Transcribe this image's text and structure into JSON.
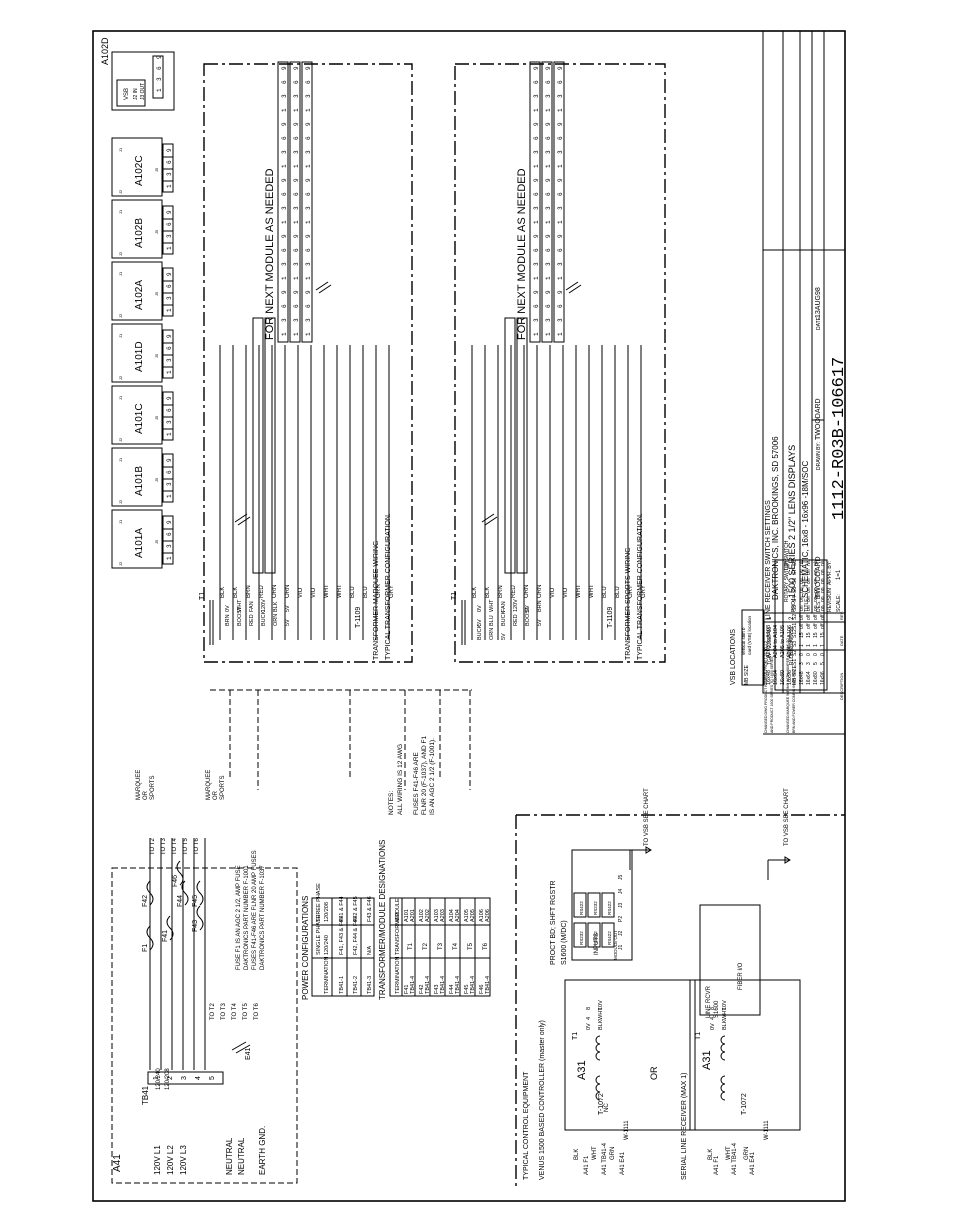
{
  "title_block": {
    "company": "DAKTRONICS, INC.   BROOKINGS, SD 57006",
    "proj_label": "PROJ:",
    "proj": "1500 SERIES 2 1/2\" LENS DISPLAYS",
    "title_label": "TITLE:",
    "title": "SCHEMATIC, 16x8 - 16x96 -18M/SOC",
    "des_label": "DES. BY:",
    "des": "TWOODARD",
    "drawn_label": "DRAWN BY:",
    "drawn": "TWOODARD",
    "date_label": "DATE:",
    "date": "13AUG98",
    "revision_label": "REVISION",
    "appr_label": "APPR. BY:",
    "scale_label": "SCALE:",
    "scale": "1=1",
    "drawing_number": "1112-R03B-106617"
  },
  "revisions": {
    "headers": [
      "REV.",
      "DATE",
      "DESCRIPTION",
      "BY",
      "APPR."
    ],
    "rows": [
      [
        "2",
        "20APR99",
        "CHANGED MARQUEE WIRING WITH JUMPER ON BLK TO BRN AND POWER CONFIG IN ON RED.",
        "RLDNG",
        ""
      ],
      [
        "1",
        "22SEP98",
        "CHANGED DWG PRODUCT NUMBER FROM 1.16 TO 1.2 AND PRODUCT 1600 SERIES TO 1600 SERIES",
        "TGW",
        ""
      ]
    ]
  },
  "modules_top": [
    "A101A",
    "A101B",
    "A101C",
    "A101D",
    "A102A",
    "A102B",
    "A102C",
    "A102D"
  ],
  "module_pins": [
    "1",
    "3",
    "6",
    "9"
  ],
  "module_tags": {
    "j1": "J1",
    "j2": "J2",
    "j5": "J5"
  },
  "vsb_box": {
    "label": "VSB",
    "in": "J2 IN",
    "out": "J3 OUT"
  },
  "next_module_text": "FOR NEXT MODULE AS NEEDED",
  "wire_colors": [
    "BLK",
    "BLK",
    "BRN",
    "RED",
    "ORN",
    "ORN",
    "VIO",
    "VIO",
    "WHT",
    "WHT",
    "BLU",
    "BLU",
    "GRY",
    "GRY"
  ],
  "transformer_top": {
    "name": "T-1109",
    "t_label": "T1",
    "taps": [
      "0V",
      "WHT",
      "FAN",
      "120V",
      "BLK",
      "5V",
      "BRN",
      "BOOST",
      "RED",
      "BUCK",
      "ORN",
      "5V"
    ],
    "caption1": "TRANSFORMER MARQUEE WIRING",
    "caption2": "TYPICAL TRANSFORMER CONFIGURATION."
  },
  "transformer_bottom": {
    "name": "T-1109",
    "t_label": "T1",
    "taps": [
      "0V",
      "WHT",
      "FAN",
      "120V",
      "5V",
      "BRN",
      "5V",
      "BLU",
      "BUCK",
      "RED",
      "BOOST",
      "5V",
      "BUCK",
      "ORN",
      "5V"
    ],
    "caption1": "TRANSFORMER SPORTS WIRING",
    "caption2": "TYPICAL TRANSFORMER CONFIGURATION."
  },
  "marquee_labels": [
    "MARQUEE",
    "OR",
    "SPORTS"
  ],
  "a41": {
    "label": "A41",
    "tb": "TB41",
    "lines": [
      "120V  L1",
      "120V  L2",
      "120V  L3"
    ],
    "term_nums": [
      "1",
      "2",
      "3",
      "4",
      "5"
    ],
    "mode": "120/240\n120/208",
    "neutral": [
      "NEUTRAL",
      "NEUTRAL"
    ],
    "earth": "EARTH GND.",
    "e41": "E41",
    "fuses": [
      "F1",
      "F41",
      "F42",
      "F43",
      "F44",
      "F45",
      "F46"
    ],
    "to_labels_hot": [
      "TO T2",
      "TO T3",
      "TO T4",
      "TO T5",
      "TO T6"
    ],
    "to_labels_neutral": [
      "TO T2",
      "TO T3",
      "TO T4",
      "TO T5",
      "TO T6"
    ],
    "fuse_note": [
      "FUSE F1 IS AN AGC 2 1/2, AMP FUSE",
      "DAKTRONICS PART NUMBER F-1001",
      "FUSES F41-F46 ARE FLNR 20 AMP FUSES",
      "DAKTRONICS PART NUMBER F-1037"
    ]
  },
  "power_config": {
    "title": "POWER CONFIGURATIONS",
    "headers": [
      "TERMINATION",
      "SINGLE PHASE 120/240",
      "THREE PHASE 120/208"
    ],
    "rows": [
      [
        "TB41-1",
        "F41, F43 & F45",
        "F41 & F44"
      ],
      [
        "TB41-2",
        "F42, F44 & F46",
        "F42 & F45"
      ],
      [
        "TB41-3",
        "N/A",
        "F43 & F46"
      ]
    ]
  },
  "transformer_module": {
    "title": "TRANSFORMER/MODULE DESIGNATIONS",
    "headers": [
      "TERMINATION",
      "TRANSFORMER",
      "MODULE"
    ],
    "rows": [
      [
        "F41\nTB41-4",
        "T1",
        "A101\nA201"
      ],
      [
        "F42\nTB41-4",
        "T2",
        "A102\nA202"
      ],
      [
        "F43\nTB41-4",
        "T3",
        "A103\nA203"
      ],
      [
        "F44\nTB41-4",
        "T4",
        "A104\nA204"
      ],
      [
        "F45\nTB41-4",
        "T5",
        "A105\nA205"
      ],
      [
        "F46\nTB41-4",
        "T6",
        "A106\nA206"
      ]
    ]
  },
  "notes": {
    "title": "NOTES:",
    "lines": [
      "ALL WIRING IS 12 AWG",
      "FUSES F41-F46 ARE",
      "FLNR 20 (F-1037), AND F1",
      "IS AN AGC 2 1/2 (F-1001)."
    ]
  },
  "vsb_locations": {
    "title": "VSB LOCATIONS",
    "headers": [
      "MB SIZE",
      "vertical shift board (VSB) location"
    ],
    "rows": [
      [
        "16x48",
        "A203 to A103"
      ],
      [
        "16x64",
        "A204 to A104"
      ],
      [
        "16x80",
        "A205 to A105"
      ],
      [
        "16x96",
        "A206 to A106"
      ]
    ]
  },
  "switch_settings": {
    "title": "LINE RECEIVER SWITCH SETTINGS",
    "rotary": "ROTARY SWITCH",
    "dip": "DIP SWITCH",
    "headers": [
      "MB SIZE",
      "S1",
      "S2",
      "S3",
      "S12",
      "S1",
      "S2",
      "S3",
      "S4",
      "S5",
      "S6",
      "S7",
      "S8"
    ],
    "rows": [
      [
        "16x48",
        "3",
        "0",
        "1",
        "15",
        "off",
        "off",
        "on",
        "on",
        "on",
        "on",
        "on",
        "n/u"
      ],
      [
        "16x64",
        "3",
        "0",
        "1",
        "15",
        "off",
        "off",
        "on",
        "on",
        "on",
        "on",
        "on",
        "n/u"
      ],
      [
        "16x80",
        "5",
        "0",
        "1",
        "15",
        "off",
        "off",
        "on",
        "on",
        "on",
        "on",
        "on",
        "n/u"
      ],
      [
        "16x96",
        "5",
        "0",
        "1",
        "15",
        "off",
        "off",
        "on",
        "on",
        "on",
        "on",
        "on",
        "n/u"
      ]
    ]
  },
  "control": {
    "section_title": "TYPICAL CONTROL EQUIPMENT",
    "venus_title": "VENUS 1500 BASED CONTROLLER (master only)",
    "a31": "A31",
    "board": "PROCT BD; SHFT RGSTR",
    "board2": "S1600 (M/DC)",
    "inputs": "INPUTS",
    "ports": [
      "RS232",
      "RS422",
      "RS422",
      "RS422",
      "RS232",
      "RS422"
    ],
    "jacks": [
      "J1",
      "J2",
      "P2",
      "J3",
      "J4",
      "J5"
    ],
    "module_out": "MODULE OUT",
    "to_vsb": "TO VSB SEE CHART",
    "t1": "T1",
    "xfmr": "T-1072",
    "taps": [
      "0V",
      "BLK",
      "4",
      "WHT",
      "8",
      "10V"
    ],
    "wires": [
      "BLK",
      "WHT",
      "GRN"
    ],
    "sources": [
      "A41 F1",
      "A41 TB41-4",
      "A41 E41"
    ],
    "nc": "NC",
    "cable": "W-1111",
    "or": "OR",
    "serial_title": "SERIAL LINE RECEIVER (MAX 1)",
    "line_rcvr": "LINE RCVR",
    "line_rcvr2": "S1600",
    "fiber": "FIBER I/O"
  }
}
